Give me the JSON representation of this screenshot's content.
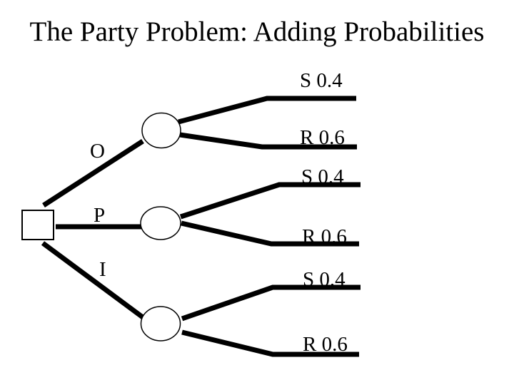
{
  "title": "The Party Problem: Adding Probabilities",
  "colors": {
    "background": "#ffffff",
    "ink": "#000000"
  },
  "tree": {
    "root": {
      "type": "decision-node",
      "shape": "square"
    },
    "branches": [
      {
        "label": "O",
        "node": {
          "type": "chance-node",
          "shape": "circle"
        },
        "outcomes": [
          {
            "label": "S 0.4"
          },
          {
            "label": "R 0.6"
          }
        ]
      },
      {
        "label": "P",
        "node": {
          "type": "chance-node",
          "shape": "circle"
        },
        "outcomes": [
          {
            "label": "S 0.4"
          },
          {
            "label": "R 0.6"
          }
        ]
      },
      {
        "label": "I",
        "node": {
          "type": "chance-node",
          "shape": "circle"
        },
        "outcomes": [
          {
            "label": "S 0.4"
          },
          {
            "label": "R 0.6"
          }
        ]
      }
    ]
  }
}
